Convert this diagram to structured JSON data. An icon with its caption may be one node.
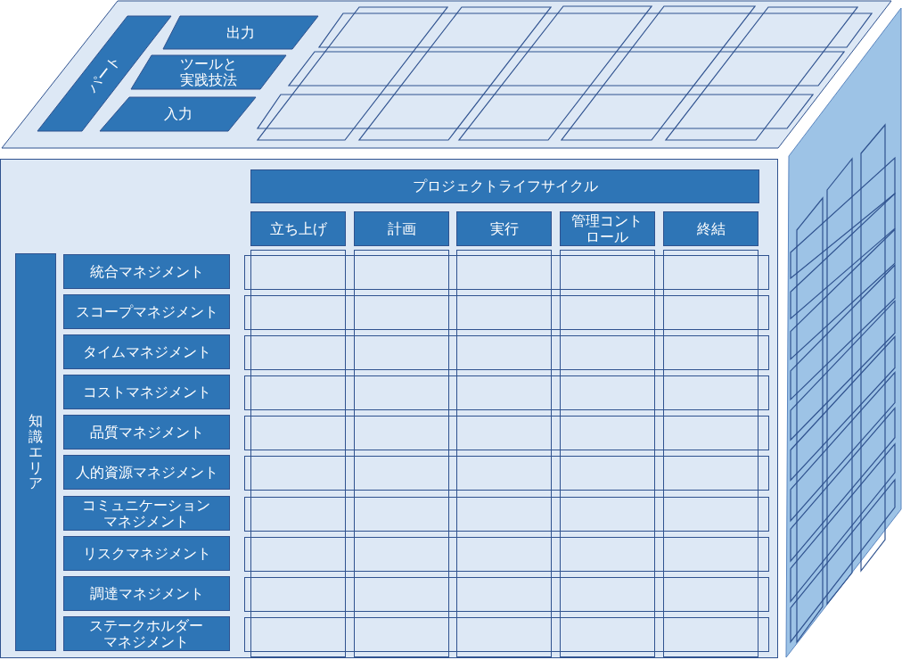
{
  "diagram": {
    "nodes": [
      {
        "text": [],
        "shape": "parallelogram"
      },
      {
        "text": [
          "パート"
        ],
        "in": 0
      },
      {
        "text": [
          "出力"
        ],
        "in": 0
      },
      {
        "text": [
          "ツールと実践技法"
        ],
        "in": 0
      },
      {
        "text": [
          "入力"
        ],
        "in": 0
      },
      {
        "text": [],
        "shape": "parallelogram",
        "in": 0
      },
      {
        "text": [],
        "shape": "parallelogram",
        "in": 0
      },
      {
        "text": [],
        "shape": "parallelogram",
        "in": 0
      },
      {
        "text": [],
        "shape": "parallelogram",
        "in": 0
      },
      {
        "text": [],
        "shape": "parallelogram",
        "in": 0
      },
      {
        "text": [],
        "shape": "parallelogram",
        "in": 0
      },
      {
        "text": [],
        "shape": "parallelogram",
        "in": 0
      },
      {
        "text": [],
        "shape": "parallelogram",
        "in": 0
      },
      {
        "text": [],
        "shape": "box"
      },
      {
        "text": [
          "プロジェクトライフサイクル"
        ],
        "in": 13
      },
      {
        "text": [
          "立ち上げ"
        ],
        "in": 13
      },
      {
        "text": [
          "計画"
        ],
        "in": 13
      },
      {
        "text": [
          "実行"
        ],
        "in": 13
      },
      {
        "text": [
          "管理コントロール"
        ],
        "in": 13
      },
      {
        "text": [
          "終結"
        ],
        "in": 13
      },
      {
        "text": [
          "知識エリア"
        ],
        "in": 13
      },
      {
        "text": [
          "統合マネジメント"
        ],
        "in": 13
      },
      {
        "text": [
          "スコープマネジメント"
        ],
        "in": 13
      },
      {
        "text": [
          "タイムマネジメント"
        ],
        "in": 13
      },
      {
        "text": [
          "コストマネジメント"
        ],
        "in": 13
      },
      {
        "text": [
          "品質マネジメント"
        ],
        "in": 13
      },
      {
        "text": [
          "人的資源マネジメント"
        ],
        "in": 13
      },
      {
        "text": [
          "コミュニケーションマネジメント"
        ],
        "in": 13
      },
      {
        "text": [
          "リスクマネジメント"
        ],
        "in": 13
      },
      {
        "text": [
          "調達マネジメント"
        ],
        "in": 13
      },
      {
        "text": [
          "ステークホルダーマネジメント"
        ],
        "in": 13
      },
      {
        "text": [],
        "shape": "box",
        "in": 13
      },
      {
        "text": [],
        "shape": "box",
        "in": 13
      },
      {
        "text": [],
        "shape": "box",
        "in": 13
      },
      {
        "text": [],
        "shape": "box",
        "in": 13
      },
      {
        "text": [],
        "shape": "box",
        "in": 13
      },
      {
        "text": [],
        "shape": "box",
        "in": 13
      },
      {
        "text": [],
        "shape": "box",
        "in": 13
      },
      {
        "text": [],
        "shape": "box",
        "in": 13
      },
      {
        "text": [],
        "shape": "box",
        "in": 13
      },
      {
        "text": [],
        "shape": "box",
        "in": 13
      },
      {
        "text": [],
        "shape": "box",
        "in": 13
      },
      {
        "text": [],
        "shape": "box",
        "in": 13
      },
      {
        "text": [],
        "shape": "box",
        "in": 13
      },
      {
        "text": [],
        "shape": "box",
        "in": 13
      },
      {
        "text": [],
        "shape": "box",
        "in": 13
      }
    ]
  }
}
